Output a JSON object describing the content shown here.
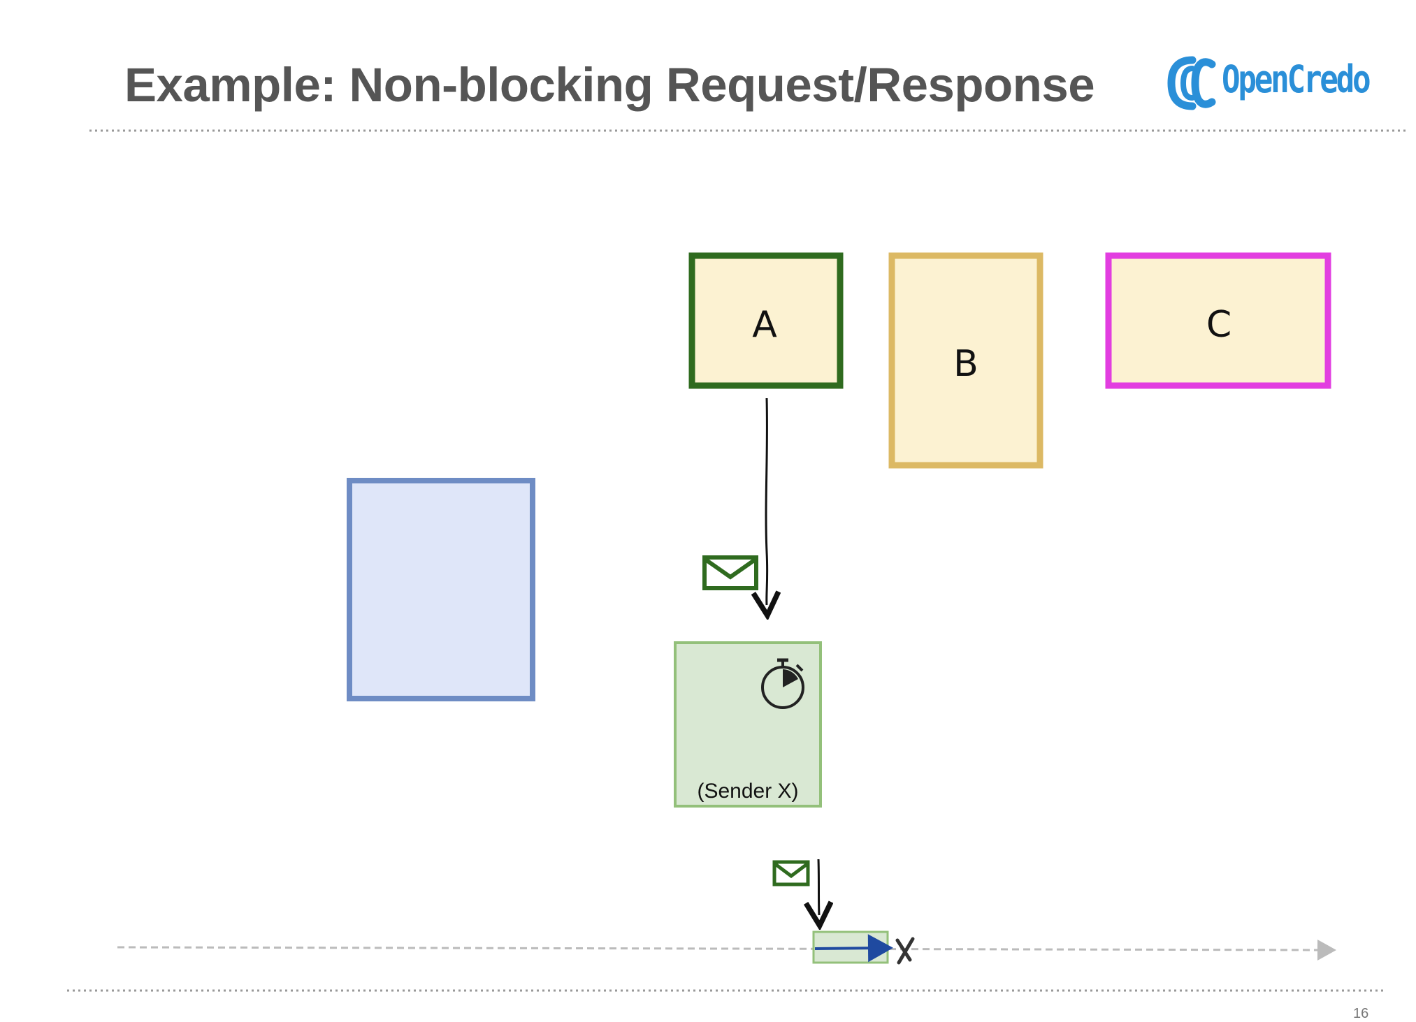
{
  "slide": {
    "title": "Example: Non-blocking Request/Response",
    "logo_text": "OpenCredo",
    "page_number": "16"
  },
  "diagram": {
    "boxes": [
      {
        "id": "A",
        "label": "A",
        "border": "#2f6b1f",
        "fill": "#fcf2d2"
      },
      {
        "id": "B",
        "label": "B",
        "border": "#dcb964",
        "fill": "#fcf2d2"
      },
      {
        "id": "C",
        "label": "C",
        "border": "#e23ee0",
        "fill": "#fcf2d2"
      },
      {
        "id": "blue",
        "label": "",
        "border": "#6e8cc4",
        "fill": "#dfe6f9"
      }
    ],
    "sender_box": {
      "label": "(Sender X)",
      "border": "#93c07a",
      "fill": "#d9e8d3"
    },
    "icons": [
      "envelope-icon",
      "stopwatch-icon",
      "envelope-icon",
      "cross-icon"
    ]
  },
  "colors": {
    "title": "#555555",
    "logo": "#2a8fd8",
    "envelope": "#2f6b1f",
    "timeline_arrow": "#1f4aa0"
  }
}
